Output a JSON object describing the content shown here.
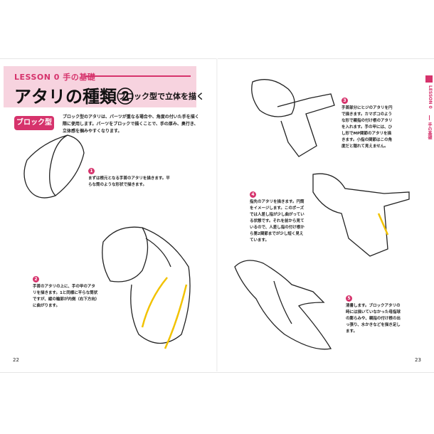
{
  "header": {
    "lesson": "LESSON 0 手の基礎",
    "title": "アタリの種類②",
    "subtitle": "ブロック型で立体を描く"
  },
  "badge": "ブロック型",
  "intro": "ブロック型のアタリは、パーツが重なる場合や、角度の付いた手を描く際に使用します。パーツをブロックで描くことで、手の厚み、奥行き、立体感を掴みやすくなります。",
  "steps": [
    {
      "num": "1",
      "text": "まずは根元となる手首のアタリを描きます。平らな筒のような形状で描きます。"
    },
    {
      "num": "2",
      "text": "手首のアタリの上に、手の甲のアタリを描きます。1と同様に平らな筒状ですが、縦の輪郭が内側（右下方向）に曲がります。"
    },
    {
      "num": "3",
      "text": "手首部分にヒジのアタリを円で描きます。カマボコのような形で親指の付け根のアタリを入れます。手の甲には、ひし形でMP関節のアタリを描きます。小指の関節はこの角度だと隠れて見えません。"
    },
    {
      "num": "4",
      "text": "指先のアタリを描きます。円筒をイメージします。このポーズでは人差し指が少し曲がっている状態です。それを前から見ているので、人差し指の付け根から第2関節までが少し短く見えています。"
    },
    {
      "num": "5",
      "text": "清書します。ブロックアタリの時には描いていなかった母指球の膨らみや、親指の付け根の出っ張り、水かきなどを描き足します。"
    }
  ],
  "page_numbers": {
    "left": "22",
    "right": "23"
  },
  "side_tab": {
    "lesson": "LESSON 0",
    "topic": "手の基礎"
  },
  "colors": {
    "accent": "#d6336c",
    "header_bg": "#f7d3df",
    "guide": "#f2c200"
  }
}
